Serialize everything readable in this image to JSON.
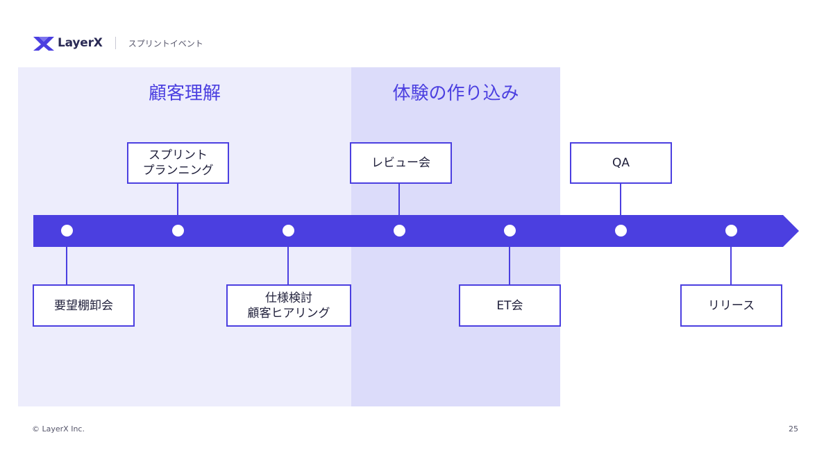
{
  "header": {
    "brand": "LayerX",
    "subtitle": "スプリントイベント"
  },
  "phases": [
    {
      "title": "顧客理解"
    },
    {
      "title": "体験の作り込み"
    }
  ],
  "timeline": {
    "events_above": [
      {
        "lines": [
          "スプリント",
          "プランニング"
        ]
      },
      {
        "lines": [
          "レビュー会"
        ]
      },
      {
        "lines": [
          "QA"
        ]
      }
    ],
    "events_below": [
      {
        "lines": [
          "要望棚卸会"
        ]
      },
      {
        "lines": [
          "仕様検討",
          "顧客ヒアリング"
        ]
      },
      {
        "lines": [
          "ET会"
        ]
      },
      {
        "lines": [
          "リリース"
        ]
      }
    ]
  },
  "colors": {
    "accent": "#4b3fe0",
    "phase1_bg": "#ededfc",
    "phase2_bg": "#dcdcfa"
  },
  "footer": {
    "copyright": "© LayerX Inc.",
    "page_number": "25"
  }
}
